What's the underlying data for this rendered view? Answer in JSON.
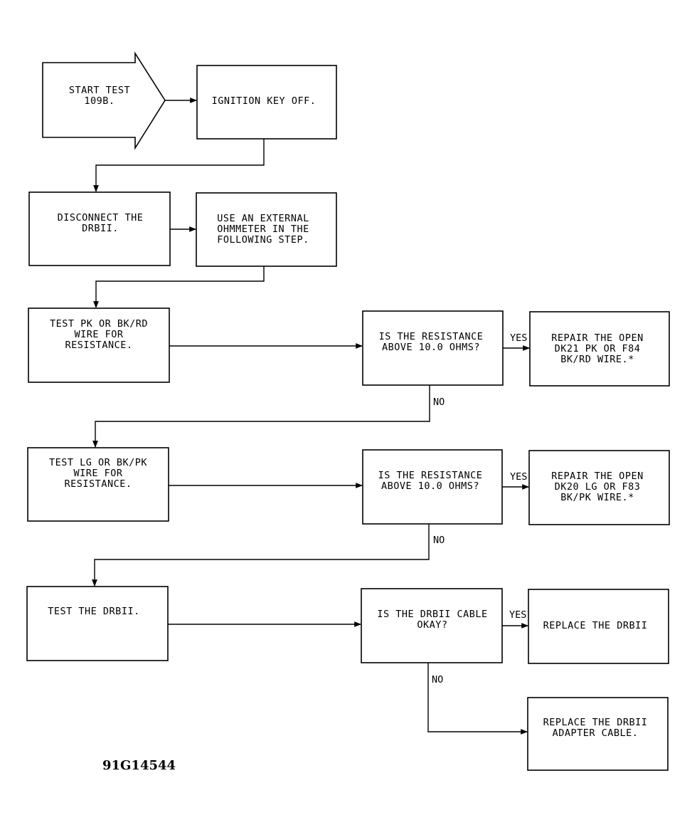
{
  "diagram": {
    "start": [
      "START TEST",
      "109B."
    ],
    "ignition": [
      "IGNITION KEY OFF."
    ],
    "disconnect": [
      "DISCONNECT THE",
      "DRBII."
    ],
    "use_ohmmeter": [
      "USE AN EXTERNAL",
      "OHMMETER IN THE",
      "FOLLOWING STEP."
    ],
    "test_pk": [
      "TEST PK OR BK/RD",
      "WIRE FOR",
      "RESISTANCE."
    ],
    "q_resistance_1": [
      "IS THE RESISTANCE",
      "ABOVE 10.0 OHMS?"
    ],
    "repair_1": [
      "REPAIR THE OPEN",
      "DK21 PK OR F84",
      "BK/RD WIRE.*"
    ],
    "test_lg": [
      "TEST LG OR BK/PK",
      "WIRE FOR",
      "RESISTANCE."
    ],
    "q_resistance_2": [
      "IS THE RESISTANCE",
      "ABOVE 10.0 OHMS?"
    ],
    "repair_2": [
      "REPAIR THE OPEN",
      "DK20 LG OR F83",
      "BK/PK WIRE.*"
    ],
    "test_drbii": [
      "TEST THE DRBII."
    ],
    "q_cable": [
      "IS THE DRBII CABLE",
      "OKAY?"
    ],
    "replace_drbii": [
      "REPLACE THE DRBII"
    ],
    "replace_adapter": [
      "REPLACE THE DRBII",
      "ADAPTER CABLE."
    ],
    "yes_label": "YES",
    "no_label": "NO",
    "figure_code": "91G14544"
  }
}
